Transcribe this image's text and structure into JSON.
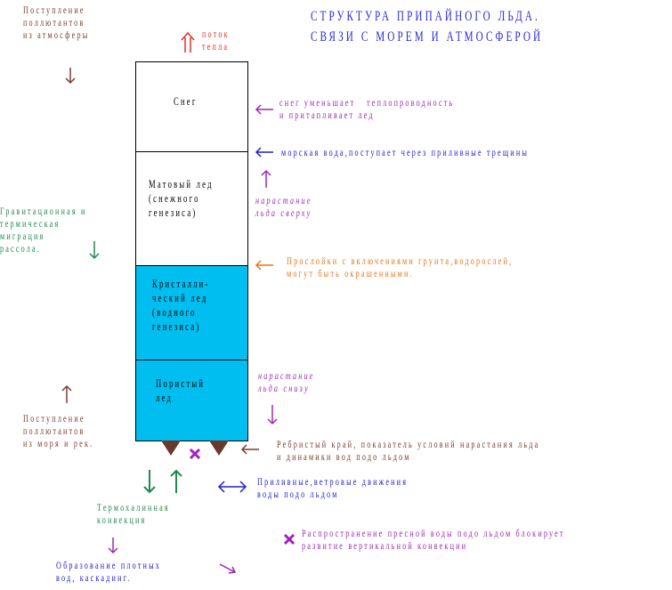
{
  "title": {
    "line1": "СТРУКТУРА ПРИПАЙНОГО ЛЬДА.",
    "line2": "СВЯЗИ С МОРЕМ И АТМОСФЕРОЙ"
  },
  "layers": [
    {
      "label": "Снег"
    },
    {
      "label": "Матовый лед\n(снежного\nгенезиса)"
    },
    {
      "label": "Кристалли-\nческий лед\n(водного\nгенезиса)"
    },
    {
      "label": "Пористый\nлед"
    }
  ],
  "labels": {
    "pollutants_atmosphere": "Поступление\nполлютантов\nиз атмосферы",
    "heat_flow": "поток\nтепла",
    "snow_effect": "снег уменьшает   теплопроводность\nи притапливает лед",
    "seawater_cracks": "морская вода,поступает через приливные трещины",
    "growth_top": "нарастание\nльда сверху",
    "brine_migration": "Гравитационная и\nтермическая\nмиграция\nрассола.",
    "inclusion_layers": "Прослойки с включениями грунта,водорослей,\nмогут быть окрашенными.",
    "growth_bottom": "нарастание\nльда снизу",
    "pollutants_sea": "Поступление\nполлютантов\nиз моря и рек.",
    "ribbed_edge": "Ребристый край, показатель условий нарастания льда\nи динамики вод подо льдом",
    "thermohaline": "Термохалинная\nконвекция",
    "tidal_wind": "Приливные,ветровые движения\nводы подо льдом",
    "freshwater_block": "Распространение пресной воды подо льдом блокирует\nразвитие вертикальной конвекции",
    "dense_water": "Образование плотных\nвод, каскадинг."
  },
  "colors": {
    "title": "#2b2bd6",
    "heat": "#e0302a",
    "purple": "#9a2bb0",
    "blue": "#2020c8",
    "green": "#1e8a4e",
    "orange": "#e8741e",
    "brown": "#7a3d30",
    "cyan_ice": "#00bff0",
    "magenta_cross": "#a020c0"
  },
  "icons": {
    "heat_arrow": "double-up-arrow",
    "cross": "x-mark",
    "ridges": "triangle-down"
  }
}
